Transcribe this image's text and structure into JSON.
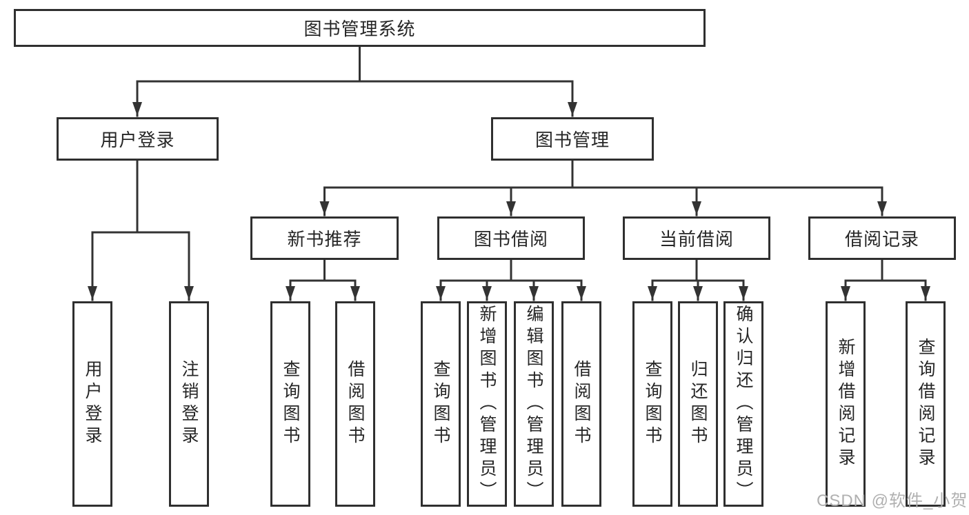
{
  "diagram": {
    "root": {
      "label": "图书管理系统"
    },
    "branches": {
      "user": {
        "label": "用户登录",
        "children": [
          {
            "label": "用户登录"
          },
          {
            "label": "注销登录"
          }
        ]
      },
      "book": {
        "label": "图书管理",
        "groups": [
          {
            "label": "新书推荐",
            "children": [
              {
                "label": "查询图书"
              },
              {
                "label": "借阅图书"
              }
            ]
          },
          {
            "label": "图书借阅",
            "children": [
              {
                "label": "查询图书"
              },
              {
                "label": "新增图书（管理员）"
              },
              {
                "label": "编辑图书（管理员）"
              },
              {
                "label": "借阅图书"
              }
            ]
          },
          {
            "label": "当前借阅",
            "children": [
              {
                "label": "查询图书"
              },
              {
                "label": "归还图书"
              },
              {
                "label": "确认归还（管理员）"
              }
            ]
          },
          {
            "label": "借阅记录",
            "children": [
              {
                "label": "新增借阅记录"
              },
              {
                "label": "查询借阅记录"
              }
            ]
          }
        ]
      }
    }
  },
  "watermark": {
    "text": "CSDN @软件_小贺同学"
  },
  "colors": {
    "line": "#333333",
    "border": "#2f2f2f",
    "text": "#262626",
    "box_background": "#ffffff",
    "watermark": "#b0b0b0",
    "page_background": "#ffffff"
  }
}
